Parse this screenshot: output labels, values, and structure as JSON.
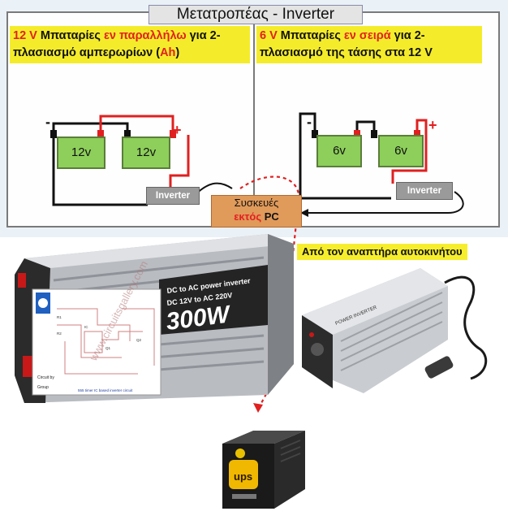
{
  "title": "Μετατροπέας - Inverter",
  "left_panel": {
    "parts": [
      "12 V",
      " Μπαταρίες ",
      "εν παραλλήλω",
      " για 2-πλασιασμό αμπερωρίων (",
      "Ah",
      ")"
    ],
    "battery_labels": [
      "12v",
      "12v"
    ],
    "minus_sign": "-",
    "plus_sign": "+",
    "inverter_label": "Inverter"
  },
  "right_panel": {
    "parts": [
      "6 V",
      " Μπαταρίες ",
      "εν σειρά",
      " για 2-πλασιασμό της τάσης στα 12 V"
    ],
    "battery_labels": [
      "6v",
      "6v"
    ],
    "minus_sign": "-",
    "plus_sign": "+",
    "inverter_label": "Inverter"
  },
  "appliances_box": {
    "line1": "Συσκευές",
    "line2_red": "εκτός",
    "line2_rest": " PC"
  },
  "car_socket_caption": "Από τον αναπτήρα αυτοκινήτου",
  "big_inverter": {
    "side_text1": "DC to AC power inverter",
    "side_text2": "DC 12V to AC 220V",
    "power_text": "300W"
  },
  "small_inverter": {
    "label": "POWER INVERTER"
  },
  "circuit_thumbnail": {
    "watermark": "www.circuitsgallery.com",
    "caption": "555 timer IC based inverter circuit",
    "circuit_label": "Circuit by",
    "group_label": "Group"
  },
  "ups": {
    "label": "ups"
  },
  "colors": {
    "yellow": "#f4ec2a",
    "red_text": "#e32020",
    "battery": "#8dcf5a",
    "appliance": "#e09a5a",
    "wire_red": "#e02020"
  }
}
